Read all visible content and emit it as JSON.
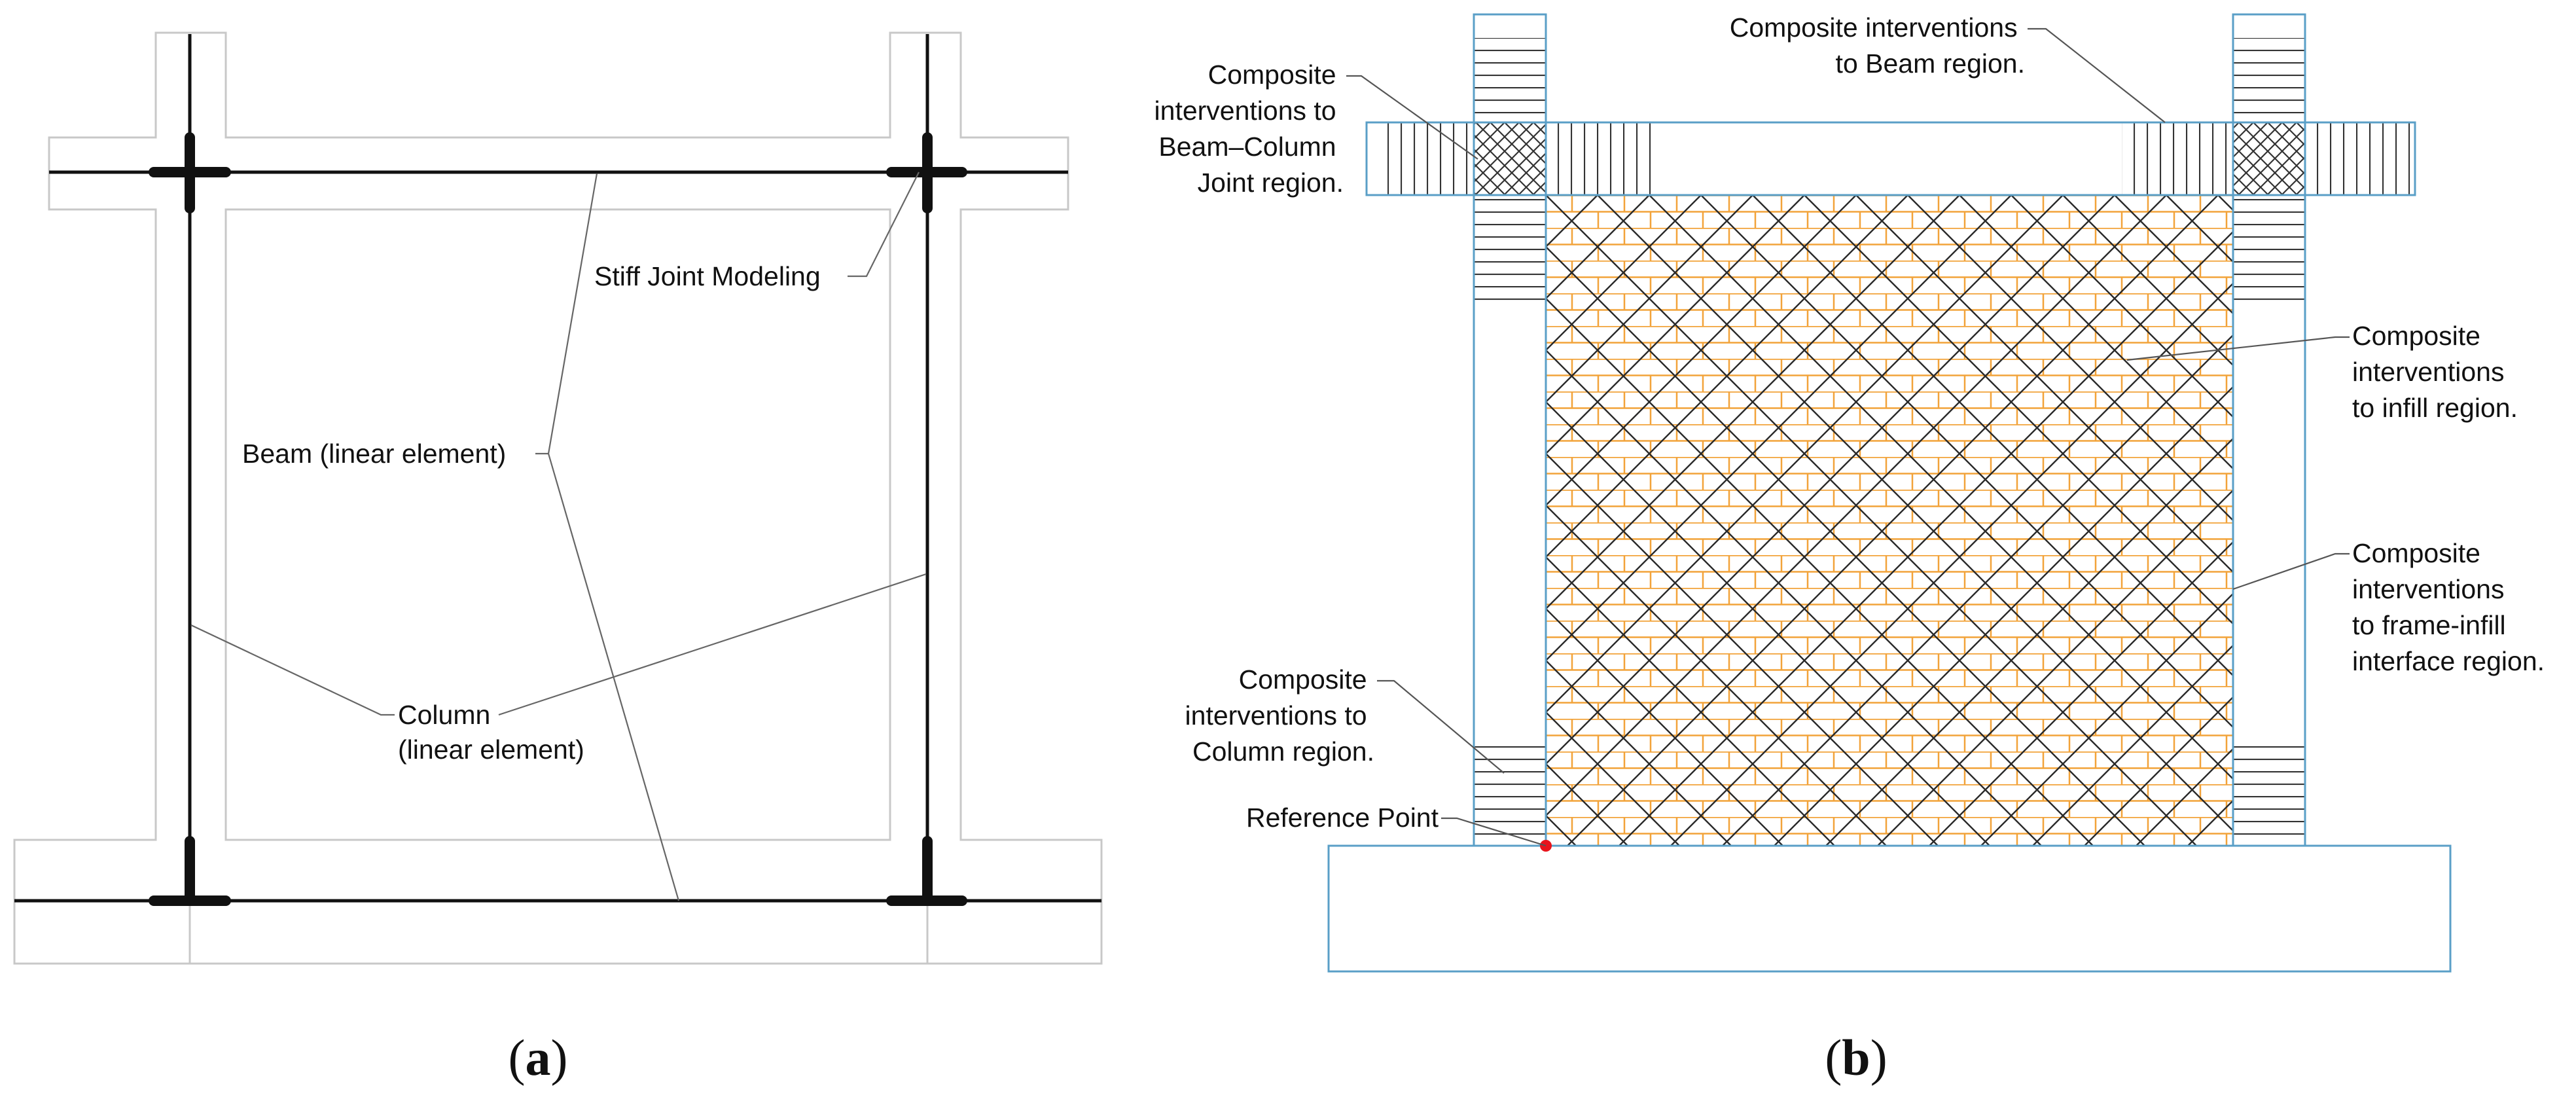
{
  "panel_a": {
    "caption_letter": "a",
    "labels": {
      "stiff_joint": "Stiff Joint Modeling",
      "beam": "Beam (linear element)",
      "column_line1": "Column",
      "column_line2": "(linear element)"
    }
  },
  "panel_b": {
    "caption_letter": "b",
    "labels": {
      "joint": [
        "Composite",
        "interventions to",
        "Beam–Column",
        "Joint region."
      ],
      "beam_region": [
        "Composite interventions",
        "to Beam region."
      ],
      "infill": [
        "Composite",
        "interventions",
        "to infill region."
      ],
      "interface": [
        "Composite",
        "interventions",
        "to frame-infill",
        "interface region."
      ],
      "column_region": [
        "Composite",
        "interventions to",
        "Column region."
      ],
      "reference_point": "Reference Point"
    }
  },
  "colors": {
    "outline_blue": "#5a9fc7",
    "brick_orange": "#f2a33a",
    "reference_point_red": "#e8141c",
    "frame_outline_gray": "#c8c8c8"
  }
}
